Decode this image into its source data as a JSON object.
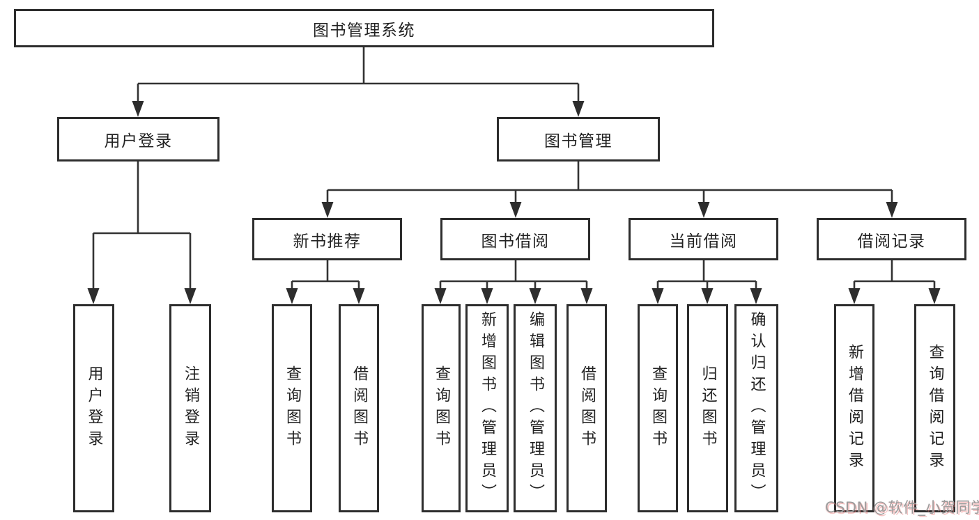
{
  "diagram_title": "图书管理系统",
  "tree": {
    "label": "图书管理系统",
    "children": [
      {
        "label": "用户登录",
        "children": [
          {
            "label": "用户登录"
          },
          {
            "label": "注销登录"
          }
        ]
      },
      {
        "label": "图书管理",
        "children": [
          {
            "label": "新书推荐",
            "children": [
              {
                "label": "查询图书"
              },
              {
                "label": "借阅图书"
              }
            ]
          },
          {
            "label": "图书借阅",
            "children": [
              {
                "label": "查询图书"
              },
              {
                "label": "新增图书（管理员）"
              },
              {
                "label": "编辑图书（管理员）"
              },
              {
                "label": "借阅图书"
              }
            ]
          },
          {
            "label": "当前借阅",
            "children": [
              {
                "label": "查询图书"
              },
              {
                "label": "归还图书"
              },
              {
                "label": "确认归还（管理员）"
              }
            ]
          },
          {
            "label": "借阅记录",
            "children": [
              {
                "label": "新增借阅记录"
              },
              {
                "label": "查询借阅记录"
              }
            ]
          }
        ]
      }
    ]
  },
  "watermark": {
    "text": "CSDN @软件_小贺同学"
  },
  "colors": {
    "background": "#ffffff",
    "box_border": "#2d2d2d",
    "connector_line": "#333333",
    "box_text": "#222222",
    "watermark_text": "#9b9b9b",
    "watermark_fringe": "#eb8282"
  }
}
